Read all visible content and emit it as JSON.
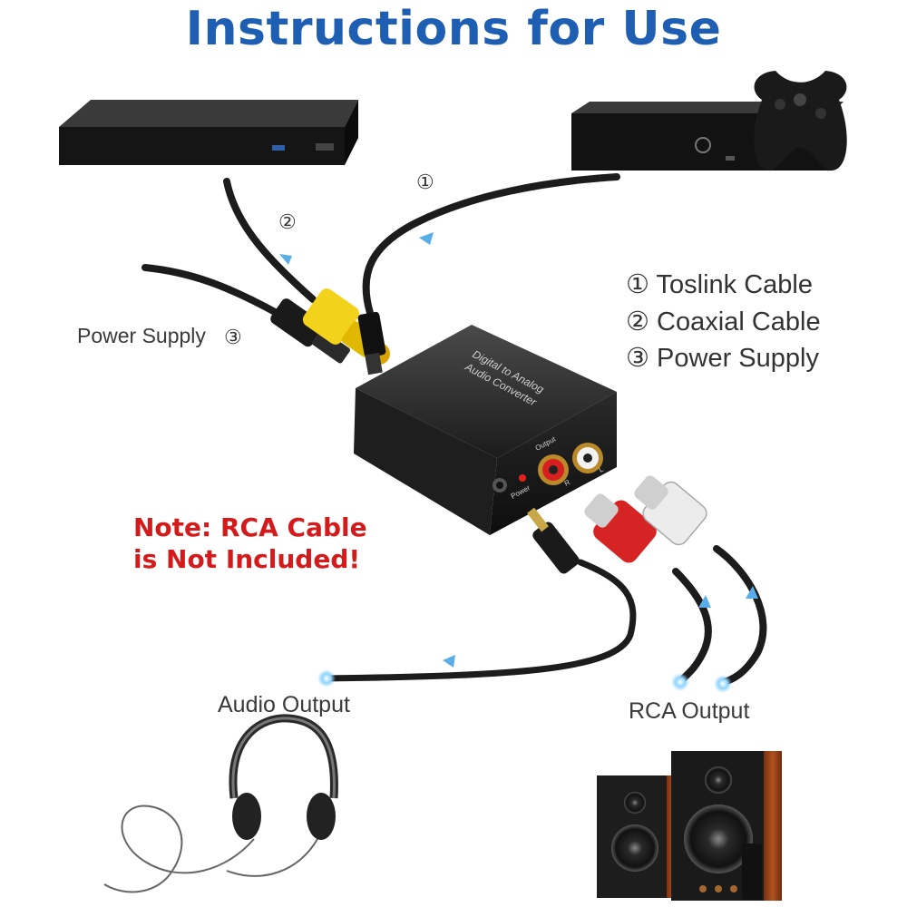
{
  "title": "Instructions for Use",
  "callouts": {
    "num1": "①",
    "num2": "②",
    "power_label": "Power Supply",
    "num3": "③"
  },
  "legend": [
    "① Toslink Cable",
    "② Coaxial Cable",
    "③ Power Supply"
  ],
  "note": {
    "line1": "Note: RCA Cable",
    "line2": "is Not Included!"
  },
  "outputs": {
    "audio": "Audio Output",
    "rca": "RCA Output"
  },
  "device": {
    "line1": "Digital to Analog",
    "line2": "Audio Converter",
    "output_label": "Output",
    "power_label": "Power",
    "r": "R",
    "l": "L"
  },
  "colors": {
    "title": "#1f5fb3",
    "note": "#d41a1a",
    "coax_yellow": "#f2d21a",
    "rca_red": "#d62424",
    "cable": "#222222"
  }
}
